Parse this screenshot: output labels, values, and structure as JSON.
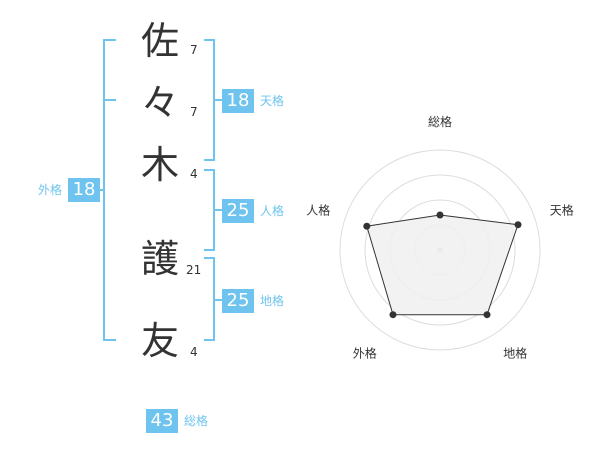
{
  "name": {
    "chars": [
      {
        "char": "佐",
        "strokes": "7"
      },
      {
        "char": "々",
        "strokes": "7"
      },
      {
        "char": "木",
        "strokes": "4"
      },
      {
        "char": "護",
        "strokes": "21"
      },
      {
        "char": "友",
        "strokes": "4"
      }
    ]
  },
  "kaku": {
    "tenkaku": {
      "value": "18",
      "label": "天格"
    },
    "jinkaku": {
      "value": "25",
      "label": "人格"
    },
    "chikaku": {
      "value": "25",
      "label": "地格"
    },
    "gaikaku": {
      "value": "18",
      "label": "外格"
    },
    "soukaku": {
      "value": "43",
      "label": "総格"
    }
  },
  "chart_data": {
    "type": "radar",
    "axes": [
      "総格",
      "天格",
      "地格",
      "外格",
      "人格"
    ],
    "values": [
      0.35,
      0.82,
      0.8,
      0.8,
      0.77
    ],
    "range": [
      0,
      1
    ],
    "rings": 4,
    "grid": true
  },
  "colors": {
    "accent": "#6ec4ee",
    "text": "#333333",
    "ring": "#dddddd",
    "polygon_fill": "#f0f0f0",
    "polygon_stroke": "#333333"
  }
}
